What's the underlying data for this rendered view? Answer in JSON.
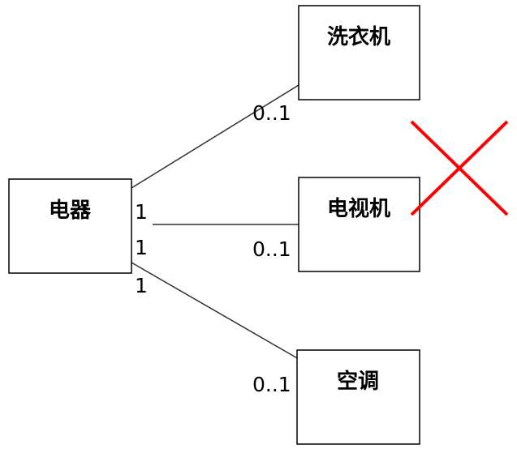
{
  "diagram": {
    "source": {
      "label": "电器"
    },
    "targets": [
      {
        "label": "洗衣机",
        "source_multiplicity": "",
        "target_multiplicity": "0..1"
      },
      {
        "label": "电视机",
        "source_multiplicity": "1",
        "target_multiplicity": "0..1"
      },
      {
        "label": "空调",
        "source_multiplicity": "1",
        "target_multiplicity": "0..1"
      }
    ],
    "source_extra_multiplicity": "1",
    "colors": {
      "box_border": "#000000",
      "line": "#303030",
      "cross": "#ff0000"
    },
    "annotations": {
      "cross_mark_on": "电视机"
    }
  }
}
